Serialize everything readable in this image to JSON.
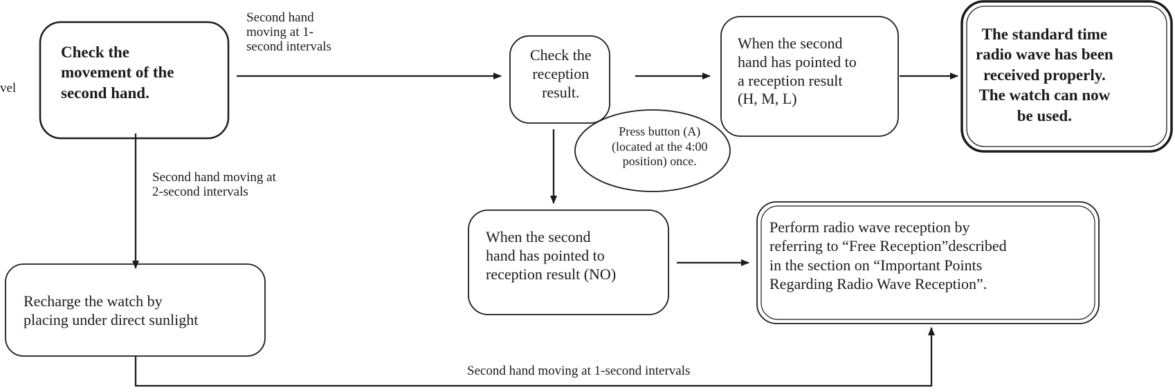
{
  "left_fragment": "vel",
  "nodes": {
    "check_second_hand": "Check the\nmovement of the\nsecond hand.",
    "check_reception": "Check the\nreception\nresult.",
    "press_button": "Press button (A)\n(located at the 4:00\nposition) once.",
    "pointed_result_hml": "When the second\nhand has pointed to\na reception result\n(H, M, L)",
    "received_properly": "The standard time\nradio wave has been\nreceived properly.\nThe watch can now\nbe used.",
    "recharge": "Recharge the watch by\nplacing under direct sunlight",
    "pointed_result_no": "When the second\nhand has pointed to\nreception result (NO)",
    "perform_reception": "Perform radio wave reception by\nreferring to “Free Reception”described\nin the section on “Important Points\nRegarding Radio Wave Reception”."
  },
  "edge_labels": {
    "one_second_top": "Second hand\nmoving at 1-\nsecond intervals",
    "two_second": "Second hand moving at\n2-second intervals",
    "one_second_bottom": "Second hand moving at 1-second intervals"
  }
}
